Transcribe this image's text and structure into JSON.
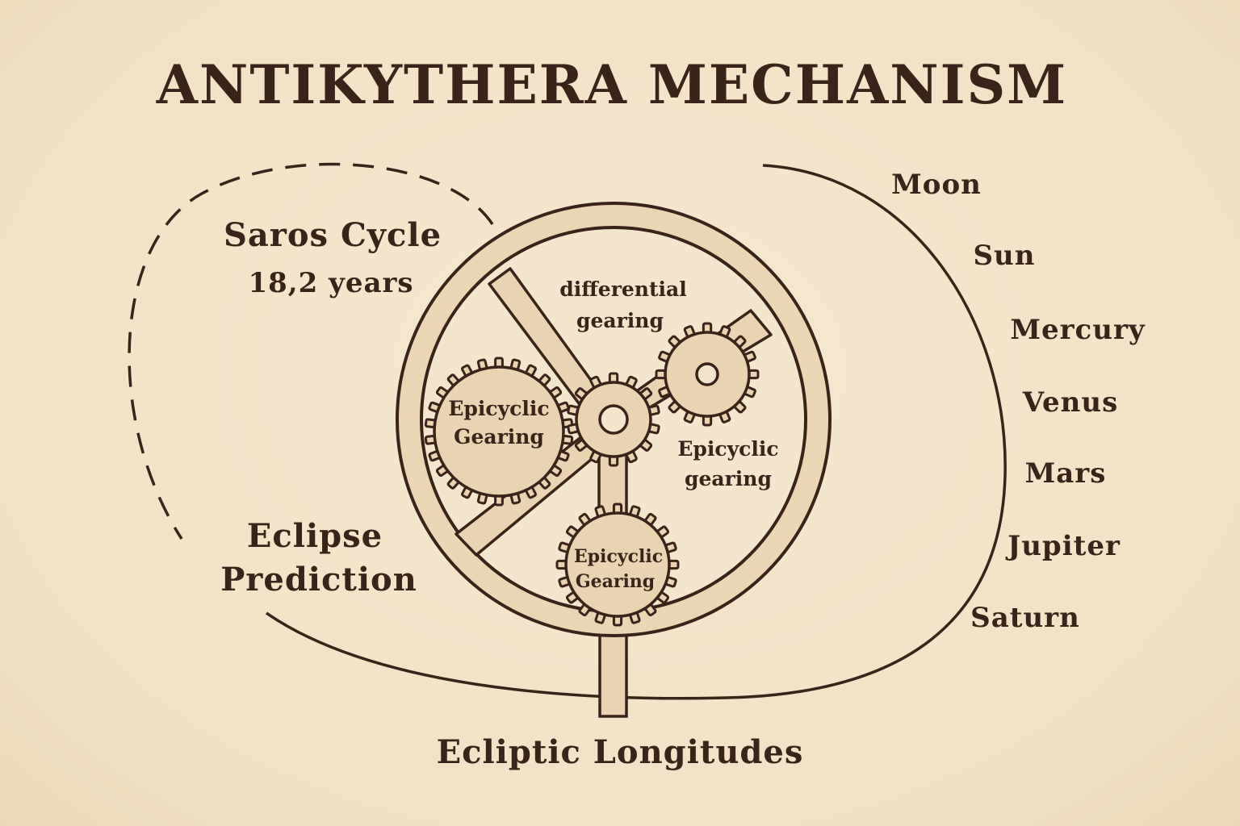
{
  "title": "ANTIKYTHERA MECHANISM",
  "saros": {
    "name": "Saros Cycle",
    "duration": "18,2 years"
  },
  "eclipse": {
    "line1": "Eclipse",
    "line2": "Prediction"
  },
  "ecliptic": "Ecliptic Longitudes",
  "gears": {
    "differential_line1": "differential",
    "differential_line2": "gearing",
    "epicyclic_left_line1": "Epicyclic",
    "epicyclic_left_line2": "Gearing",
    "epicyclic_right_line1": "Epicyclic",
    "epicyclic_right_line2": "gearing",
    "epicyclic_bottom_line1": "Epicyclic",
    "epicyclic_bottom_line2": "Gearing"
  },
  "bodies": [
    "Moon",
    "Sun",
    "Mercury",
    "Venus",
    "Mars",
    "Jupiter",
    "Saturn"
  ],
  "colors": {
    "background": "#f3e4c9",
    "ink": "#3a2318",
    "bronze": "#e9d3b0"
  }
}
